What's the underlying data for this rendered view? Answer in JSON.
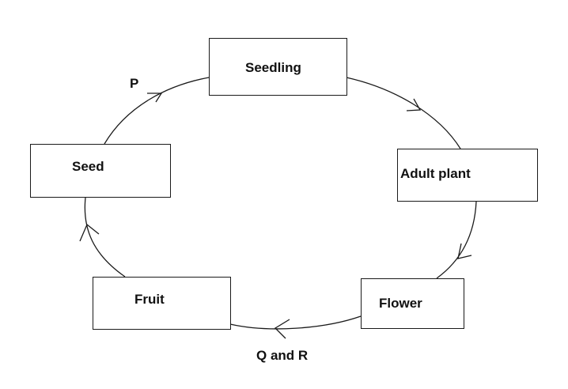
{
  "stages": {
    "seedling": "Seedling",
    "adult_plant": "Adult plant",
    "flower": "Flower",
    "fruit": "Fruit",
    "seed": "Seed"
  },
  "arrow_labels": {
    "p": "P",
    "q_and_r": "Q and R"
  },
  "colors": {
    "line": "#1a1a1a",
    "text": "#111111",
    "background": "#ffffff"
  }
}
